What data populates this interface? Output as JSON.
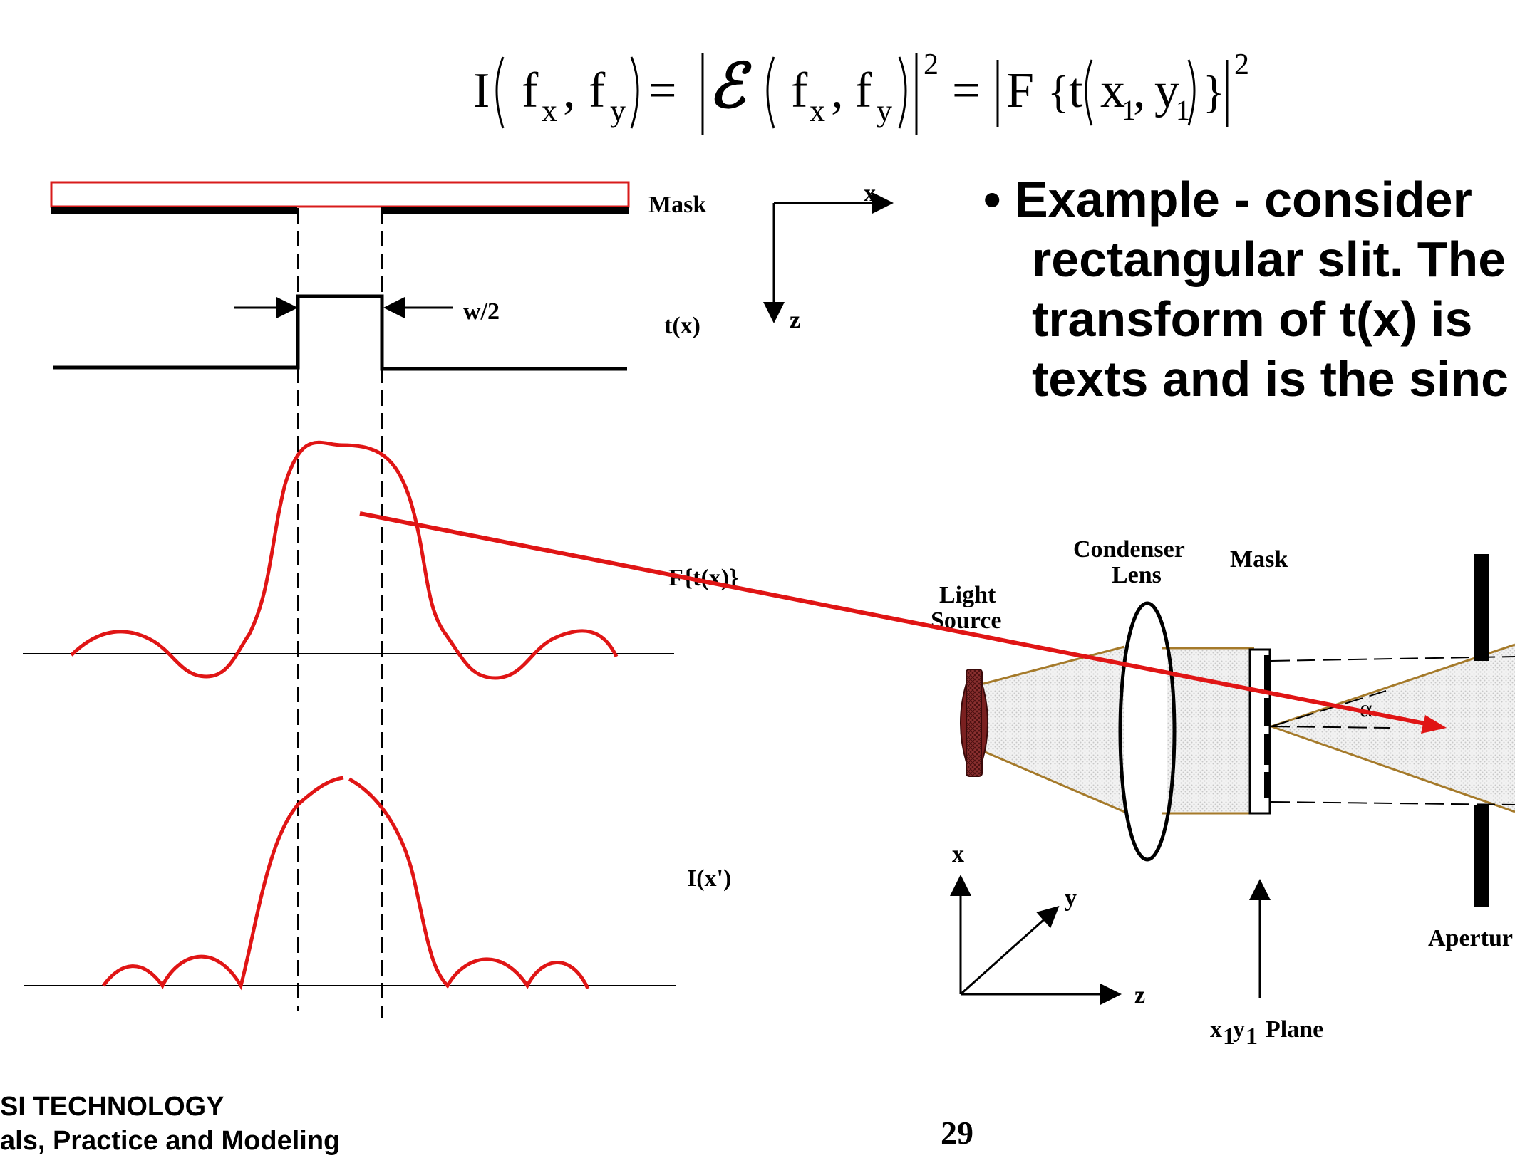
{
  "equation": {
    "I": "I",
    "fx": "f",
    "x_sub": "x",
    "fy": "f",
    "y_sub": "y",
    "comma": ",",
    "eq": "=",
    "E": "ℰ",
    "sq": "2",
    "F": "F",
    "t": "t",
    "x1": "x",
    "y1": "y",
    "one": "1"
  },
  "left_diagram": {
    "mask_label": "Mask",
    "tx_label": "t(x)",
    "width_label": "w/2",
    "ft_label": "F{t(x)}",
    "ix_label": "I(x')",
    "axis_x": "x",
    "axis_z": "z"
  },
  "bullet": {
    "line1": "• Example - consider",
    "line2": "rectangular slit. The",
    "line3": "transform of t(x) is",
    "line4": "texts and is the sinc"
  },
  "optics": {
    "light_source_1": "Light",
    "light_source_2": "Source",
    "condenser_1": "Condenser",
    "condenser_2": "Lens",
    "mask": "Mask",
    "alpha": "α",
    "aperture": "Apertur",
    "axis_x": "x",
    "axis_y": "y",
    "axis_z": "z",
    "plane_x": "x",
    "plane_1a": "1",
    "plane_y": "y",
    "plane_1b": "1",
    "plane_word": "Plane"
  },
  "footer": {
    "line1": "SI TECHNOLOGY",
    "line2": "als, Practice and Modeling",
    "page": "29"
  },
  "colors": {
    "curve": "#e01515",
    "beam": "#a57a2a",
    "mask_outline": "#d81b1b"
  }
}
